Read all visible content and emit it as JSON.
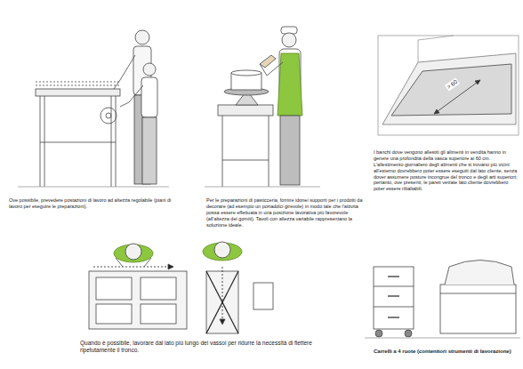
{
  "diagram": {
    "labels": [
      "Ove possibile, prevedere postazioni di lavoro ad altezza regolabile (piani di lavoro per eseguire le preparazioni).",
      "Per le preparazioni di pasticceria, fornire idonei supporti per i prodotti da decorare (ad esempio un portadolci girevole) in modo tale che l'attività possa essere effettuata in una posizione lavorativa più favorevole (all'altezza dei gomiti). Tavoli con altezza variabile rappresentano la soluzione ideale.",
      "> 60",
      "I banchi dove vengono allestiti gli alimenti in vendita hanno in genere una profondità della vasca superiore ai 60 cm. L'allestimento giornaliero degli alimenti che si trovano più vicini all'esterno dovrebbero poter essere eseguiti dal lato cliente, senza dover assumere posture incongrue del tronco e degli arti superiori; pertanto, ove presenti, le pareti vetrate lato cliente dovrebbero poter essere ribaltabili.",
      "Quando è possibile, lavorare dal lato più lungo dei vassoi per ridurre la necessità di flettere ripetutamente il tronco.",
      "Carrelli a 4 ruote (contenitori strumenti di lavorazione)"
    ]
  }
}
